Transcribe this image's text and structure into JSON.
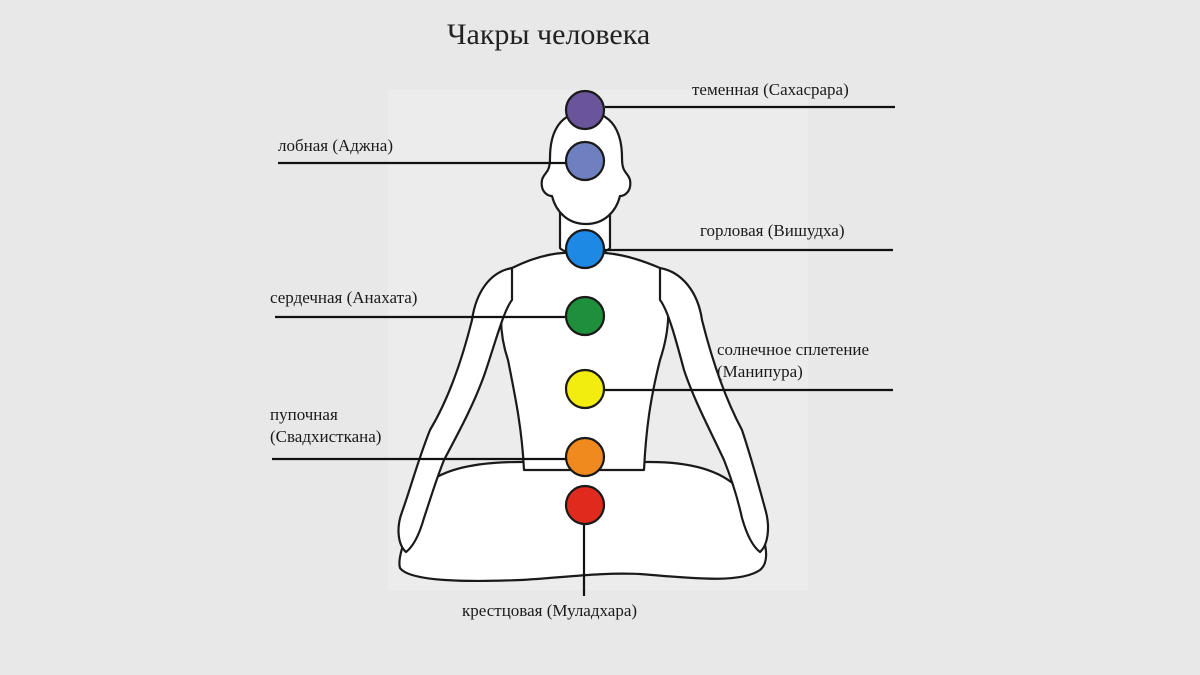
{
  "title": "Чакры человека",
  "chakras": [
    {
      "id": "sahasrara",
      "label": "теменная (Сахасрара)",
      "color": "#6a559a"
    },
    {
      "id": "ajna",
      "label": "лобная (Аджна)",
      "color": "#6f80c0"
    },
    {
      "id": "vishuddha",
      "label": "горловая (Вишудха)",
      "color": "#1e88e5"
    },
    {
      "id": "anahata",
      "label": "сердечная (Анахата)",
      "color": "#1e8f3a"
    },
    {
      "id": "manipura",
      "label_lines": [
        "солнечное сплетение",
        "(Манипура)"
      ],
      "color": "#f2ec0f"
    },
    {
      "id": "svadhisthana",
      "label_lines": [
        "пупочная",
        "(Свадхисткана)"
      ],
      "color": "#f08a1e"
    },
    {
      "id": "muladhara",
      "label": "крестцовая (Муладхара)",
      "color": "#e02a1e"
    }
  ],
  "colors": {
    "background": "#e8e8e8",
    "figure_fill": "#ffffff",
    "outline": "#1a1a1a",
    "leader_line": "#111111"
  }
}
